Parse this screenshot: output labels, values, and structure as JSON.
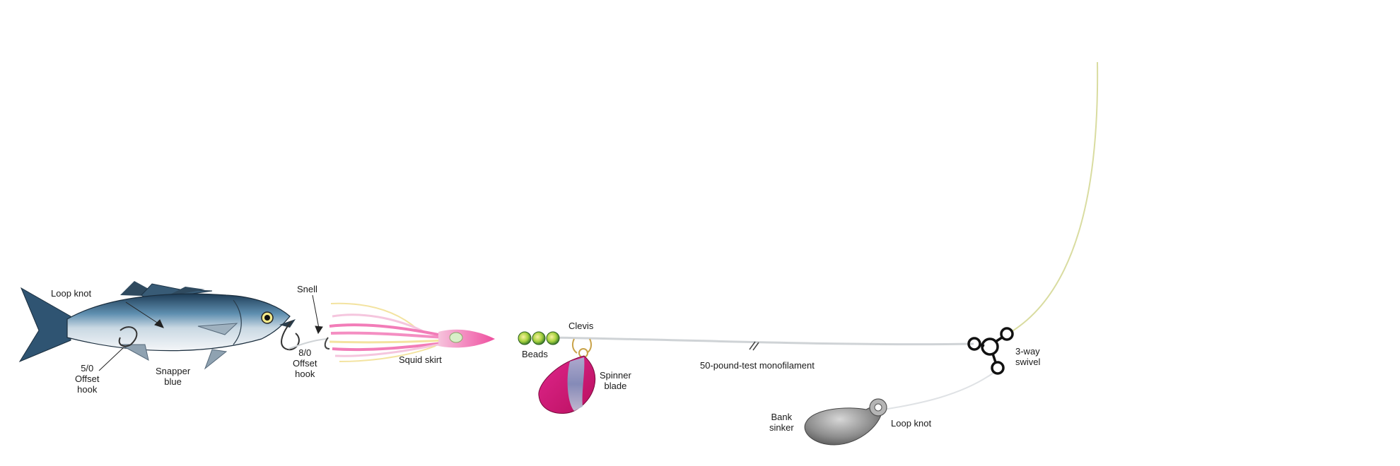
{
  "labels": {
    "loop_knot_fish": "Loop knot",
    "offset_hook_5_0": [
      "5/0",
      "Offset",
      "hook"
    ],
    "snapper_blue": [
      "Snapper",
      "blue"
    ],
    "snell": "Snell",
    "offset_hook_8_0": [
      "8/0",
      "Offset",
      "hook"
    ],
    "squid_skirt": "Squid skirt",
    "beads": "Beads",
    "clevis": "Clevis",
    "spinner_blade": [
      "Spinner",
      "blade"
    ],
    "monofilament": "50-pound-test monofilament",
    "three_way_swivel": [
      "3-way",
      "swivel"
    ],
    "bank_sinker": [
      "Bank",
      "sinker"
    ],
    "loop_knot_sinker": "Loop knot"
  },
  "colors": {
    "fish_back": "#24445e",
    "fish_belly": "#e8eef3",
    "skirt_pink": "#f27cb8",
    "skirt_yellow": "#f3e3a0",
    "bead_green": "#9ccd3c",
    "blade_magenta": "#d6177d",
    "blade_prism": "#8fa6c6",
    "main_line": "#cfd3d6",
    "upper_line": "#d9dca0",
    "sinker_gray": "#8d8d8d",
    "swivel_black": "#111111"
  }
}
